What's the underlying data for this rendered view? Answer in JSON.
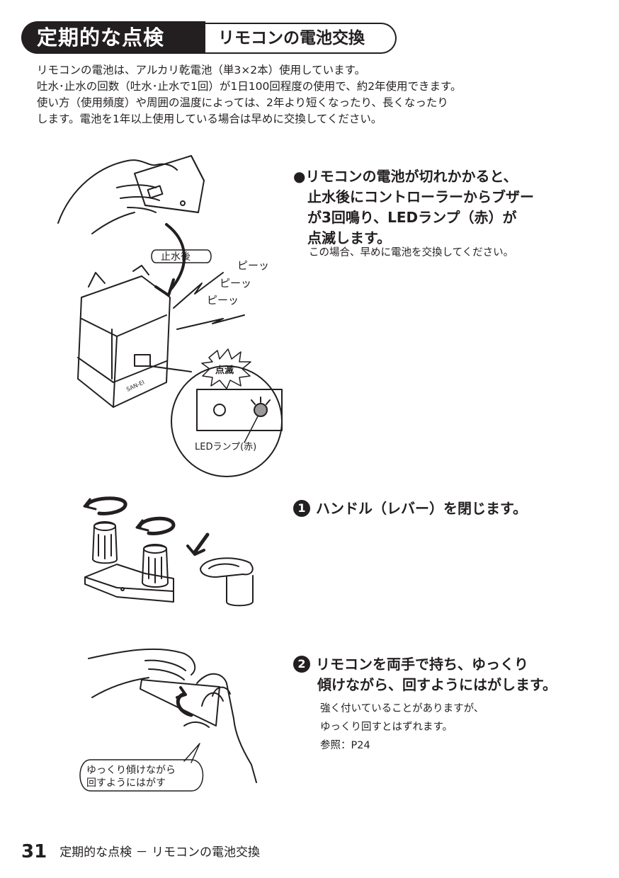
{
  "header": {
    "section": "定期的な点検",
    "topic": "リモコンの電池交換"
  },
  "intro": [
    "リモコンの電池は、アルカリ乾電池（単3×2本）使用しています。",
    "吐水･止水の回数（吐水･止水で1回）が1日100回程度の使用で、約2年使用できます。",
    "使い方（使用頻度）や周囲の温度によっては、2年より短くなったり、長くなったり",
    "します。電池を1年以上使用している場合は早めに交換してください。"
  ],
  "notice": {
    "lines": [
      "●リモコンの電池が切れかかると、",
      "止水後にコントローラーからブザー",
      "が3回鳴り、LEDランプ（赤）が",
      "点滅します。"
    ],
    "note": "この場合、早めに電池を交換してください。"
  },
  "figure1": {
    "label_after_stop": "止水後",
    "beep": [
      "ピーッ",
      "ピーッ",
      "ピーッ"
    ],
    "blink": "点滅",
    "led_label": "LEDランプ(赤)",
    "brand": "SAN-EI"
  },
  "step1": {
    "num": "1",
    "text": "ハンドル（レバー）を閉じます。"
  },
  "step2": {
    "num": "2",
    "lines": [
      "リモコンを両手で持ち、ゆっくり",
      "傾けながら、回すようにはがします。"
    ],
    "notes": [
      "強く付いていることがありますが、",
      "ゆっくり回すとはずれます。",
      "参照：P24"
    ]
  },
  "figure3": {
    "bubble": [
      "ゆっくり傾けながら",
      "回すようにはがす"
    ]
  },
  "footer": {
    "page": "31",
    "title": "定期的な点検 － リモコンの電池交換"
  }
}
